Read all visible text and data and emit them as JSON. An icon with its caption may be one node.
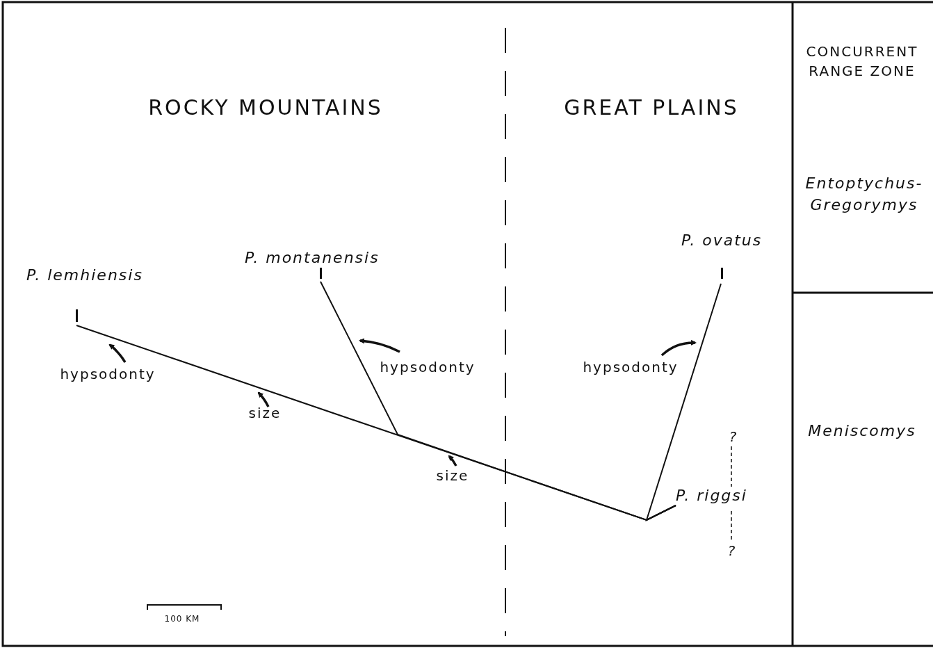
{
  "diagram": {
    "nodes": [
      {
        "text": [
          "P. lemhiensis"
        ]
      },
      {
        "text": [
          "P. montanensis"
        ]
      },
      {
        "text": [
          "P. ovatus"
        ]
      },
      {
        "text": [
          "P. riggsi"
        ]
      }
    ],
    "edges": [
      {
        "from": 3,
        "to": 0,
        "arrow": "none"
      },
      {
        "from": 3,
        "to": 1,
        "arrow": "none"
      },
      {
        "from": 3,
        "to": 2,
        "arrow": "none"
      }
    ],
    "labels": [
      "ROCKY MOUNTAINS",
      "GREAT PLAINS",
      "CONCURRENT RANGE ZONE",
      "Entoptychus- Gregorymys",
      "hypsodonty",
      "hypsodonty",
      "hypsodonty",
      "size",
      "?",
      "Meniscomys",
      "size",
      "?",
      "100 KM"
    ]
  }
}
